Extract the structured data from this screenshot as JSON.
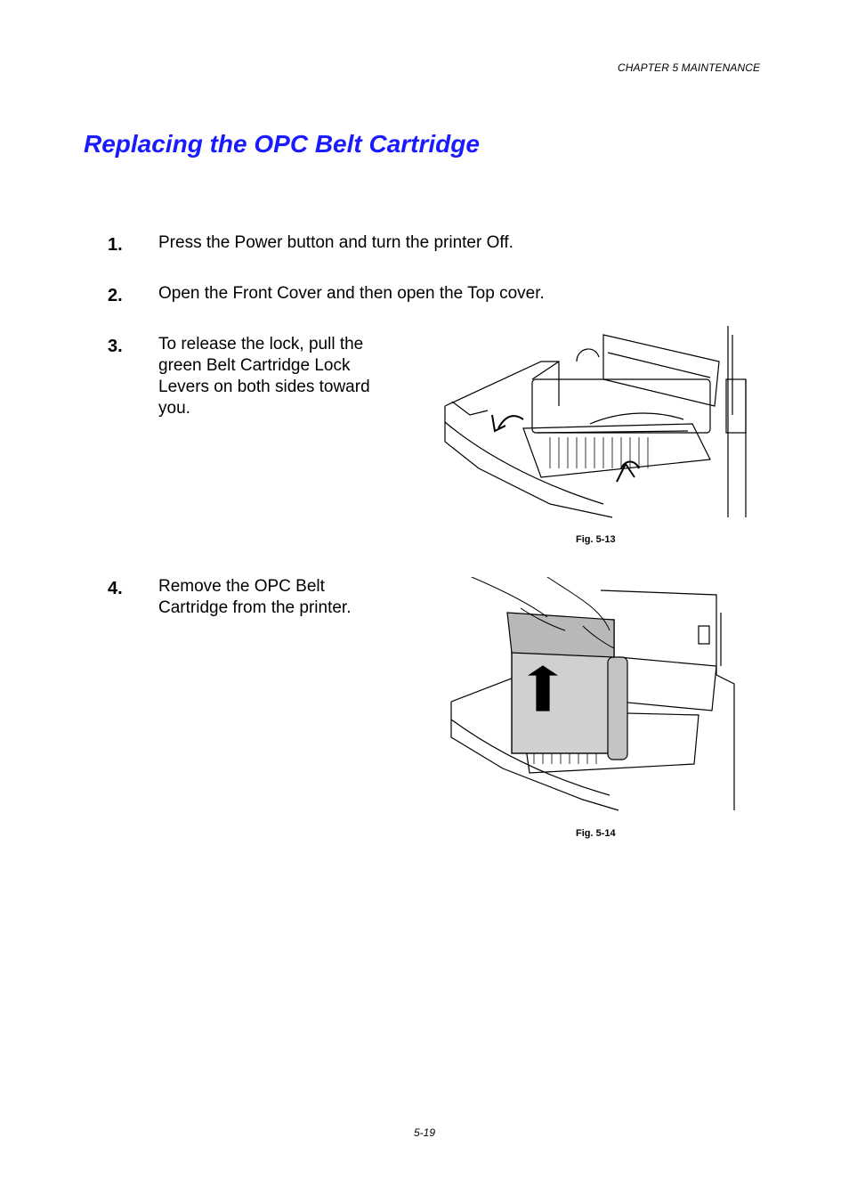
{
  "header": {
    "chapter": "CHAPTER 5 MAINTENANCE"
  },
  "title": "Replacing the OPC Belt Cartridge",
  "steps": [
    {
      "number": "1.",
      "text": "Press the Power button and turn the printer Off."
    },
    {
      "number": "2.",
      "text": "Open the Front Cover and then open the Top cover."
    },
    {
      "number": "3.",
      "text": "To release the lock, pull the green Belt Cartridge Lock Levers on both sides toward you."
    },
    {
      "number": "4.",
      "text": "Remove the OPC Belt Cartridge from the printer."
    }
  ],
  "figures": [
    {
      "caption": "Fig. 5-13"
    },
    {
      "caption": "Fig. 5-14"
    }
  ],
  "footer": {
    "page": "5-19"
  },
  "colors": {
    "title": "#1a1aff",
    "text": "#000000",
    "cartridge": "#d0d0d0"
  }
}
